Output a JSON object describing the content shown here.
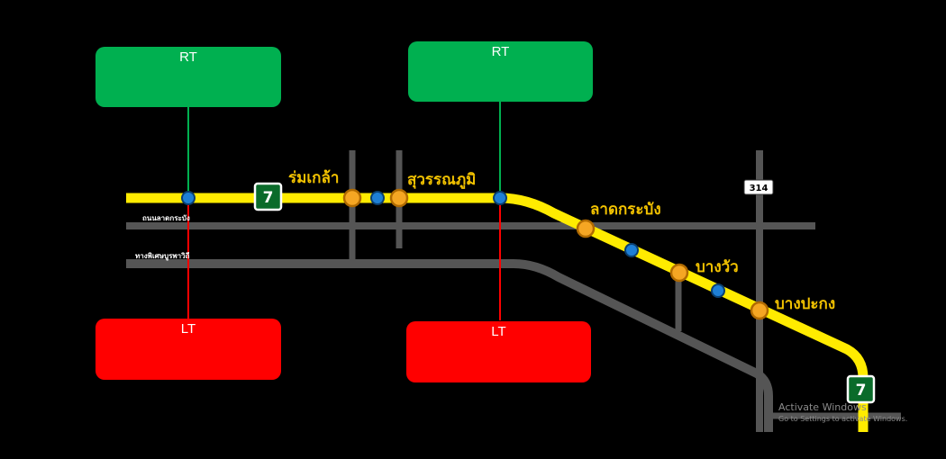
{
  "boxes": {
    "rt_left": "RT",
    "rt_right": "RT",
    "lt_left": "LT",
    "lt_right": "LT"
  },
  "stations": [
    {
      "name": "ร่มเกล้า"
    },
    {
      "name": "สุวรรณภูมิ"
    },
    {
      "name": "ลาดกระบัง"
    },
    {
      "name": "บางวัว"
    },
    {
      "name": "บางปะกง"
    }
  ],
  "roads": {
    "road1": "ถนนลาดกระบัง",
    "road2": "ทางพิเศษบูรพาวิถี"
  },
  "shields": {
    "motorway_a": "7",
    "motorway_b": "7",
    "route_314": "314"
  },
  "watermark": {
    "line1": "Activate Windows",
    "line2": "Go to Settings to activate Windows."
  },
  "colors": {
    "rt_box": "#00b050",
    "lt_box": "#ff0000",
    "motorway_line": "#ffeb00",
    "road_line": "#555555",
    "station_fill": "#f5a623",
    "midpoint_fill": "#1e7fd6"
  }
}
